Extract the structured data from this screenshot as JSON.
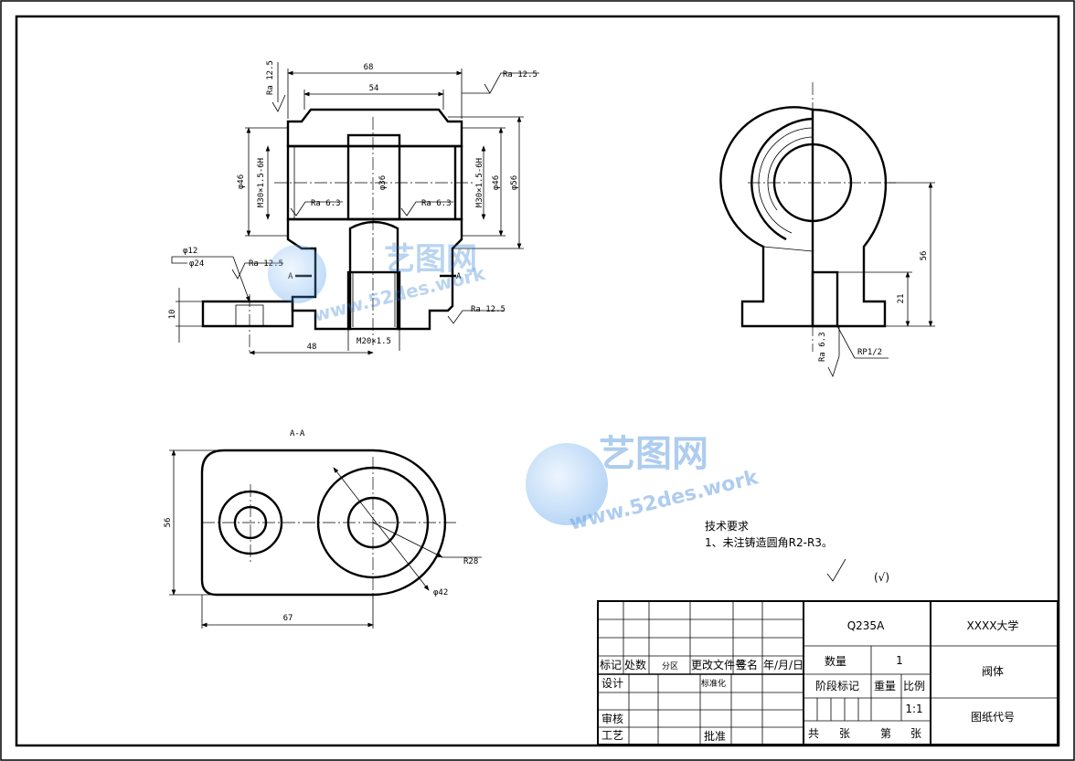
{
  "front_view": {
    "dim_overall_width": "68",
    "dim_inner_width": "54",
    "dim_dia46_left": "φ46",
    "dim_thread_left": "M30×1.5-6H",
    "dim_dia36": "φ36",
    "dim_thread_right": "M30×1.5-6H",
    "dim_dia46_right": "φ46",
    "dim_dia56": "φ56",
    "dim_dia12": "φ12",
    "dim_dia24": "φ24",
    "dim_height10": "10",
    "dim_48": "48",
    "dim_m20": "M20×1.5",
    "section_left": "A",
    "section_right": "A",
    "ra_top_left": "Ra 12.5",
    "ra_top_right": "Ra 12.5",
    "ra_bore_left": "Ra 6.3",
    "ra_bore_right": "Ra 6.3",
    "ra_flange": "Ra 12.5",
    "ra_bottom": "Ra 12.5"
  },
  "side_view": {
    "dim_56": "56",
    "dim_21": "21",
    "ra_port": "Ra 6.3",
    "thread_port": "RP1/2"
  },
  "top_view": {
    "section_label": "A-A",
    "dim_56": "56",
    "dim_67": "67",
    "dim_r28": "R28",
    "dim_dia42": "φ42"
  },
  "watermark": {
    "brand": "艺图网",
    "url": "www.52des.work"
  },
  "notes": {
    "title": "技术要求",
    "line1": "1、未注铸造圆角R2-R3。",
    "roughness_symbol": "(√)"
  },
  "title_block": {
    "material": "Q235A",
    "school": "XXXX大学",
    "part_name": "阀体",
    "drawing_code": "图纸代号",
    "qty_label": "数量",
    "qty_value": "1",
    "stage_label": "阶段标记",
    "weight_label": "重量",
    "scale_label": "比例",
    "scale_value": "1:1",
    "total_label": "共",
    "sheets_label": "张",
    "page_label": "第",
    "page_sheets_label": "张",
    "h_mark": "标记",
    "h_count": "处数",
    "h_zone": "分区",
    "h_change": "更改文件号",
    "h_sign": "签名",
    "h_date": "年/月/日",
    "design": "设计",
    "standard": "标准化",
    "review": "审核",
    "process": "工艺",
    "approve": "批准"
  }
}
